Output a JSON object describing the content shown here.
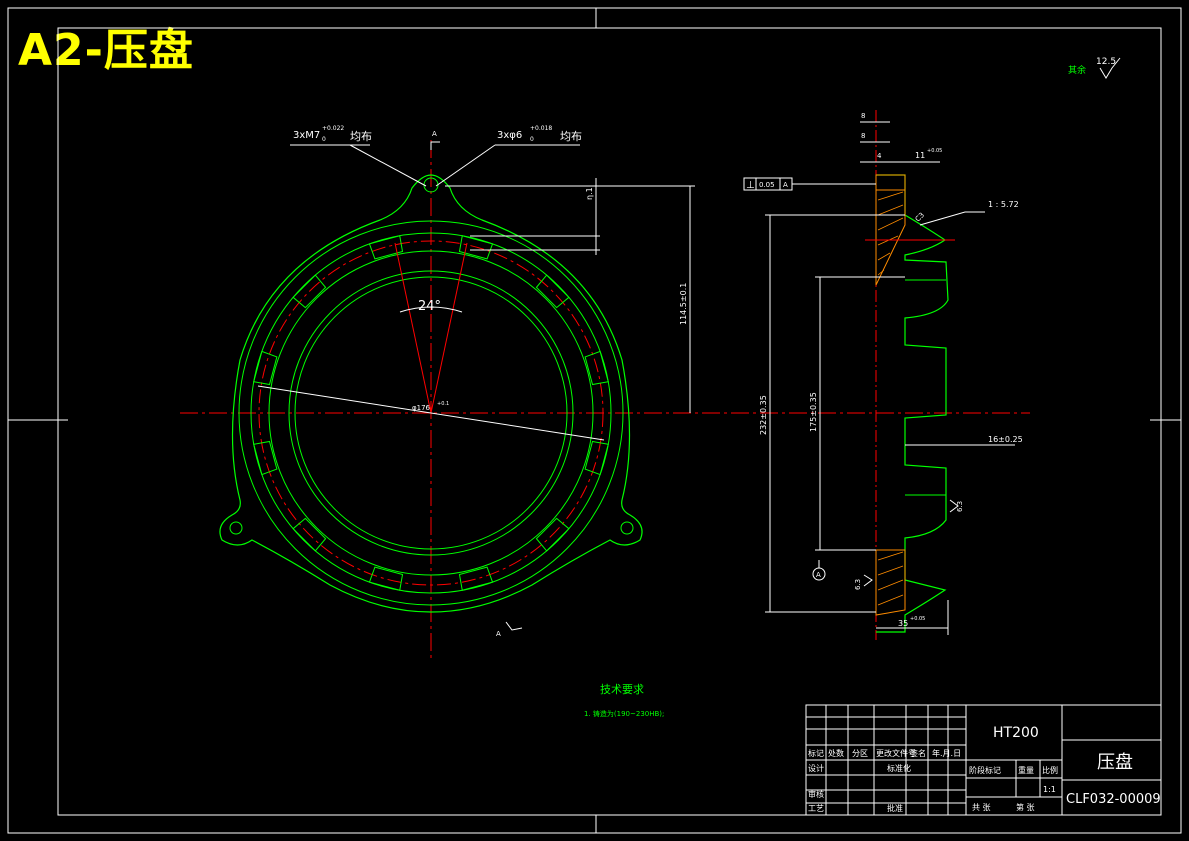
{
  "sheet": {
    "title": "A2-压盘"
  },
  "front_view": {
    "note_left": "3xM7",
    "note_left_tol_upper": "+0.022",
    "note_left_tol_lower": "0",
    "note_left_suffix": "均布",
    "note_right": "3xφ6",
    "note_right_tol_upper": "+0.018",
    "note_right_tol_lower": "0",
    "note_right_suffix": "均布",
    "section_mark_top": "A",
    "section_mark_bottom": "A",
    "angle": "24°",
    "diameter": "φ176",
    "diameter_tol": "+0.1",
    "dim_vertical_small": "η.1",
    "dim_vertical_large": "114.5±0.1"
  },
  "side_view": {
    "perp_symbol": "⊥",
    "perp_value": "0.05",
    "perp_datum": "A",
    "dim_top_1": "8",
    "dim_top_2": "8",
    "dim_top_3": "4",
    "dim_top_width": "11",
    "dim_top_width_tol": "+0.05",
    "taper": "1 : 5.72",
    "dim_height_1": "232±0.35",
    "dim_height_2": "175±0.35",
    "dim_right": "16±0.25",
    "roughness_1": "6.3",
    "roughness_2": "6.3",
    "dim_bottom_width": "35",
    "dim_bottom_tol": "+0.05",
    "datum_label": "A",
    "chamfer": "C3"
  },
  "surface_finish": {
    "label": "其余",
    "value": "12.5"
  },
  "tech_requirements": {
    "heading": "技术要求",
    "item_1": "1. 铸造为(190~230HB);"
  },
  "title_block": {
    "material": "HT200",
    "part_name": "压盘",
    "drawing_number": "CLF032-00009",
    "scale": "1:1",
    "labels": {
      "mark": "标记",
      "count": "处数",
      "zone": "分区",
      "change_doc": "更改文件号",
      "signature": "签名",
      "date": "年.月.日",
      "design": "设计",
      "standardize": "标准化",
      "review": "审核",
      "process": "工艺",
      "approve": "批准",
      "stage_mark": "阶段标记",
      "weight": "重量",
      "ratio": "比例",
      "sheets_total": "共 张",
      "sheet_no": "第 张"
    }
  },
  "colors": {
    "background": "#000000",
    "frame": "#ffffff",
    "outline": "#00ff00",
    "centerline": "#ff0000",
    "dimension": "#ffffff",
    "title_text": "#ffff00"
  }
}
